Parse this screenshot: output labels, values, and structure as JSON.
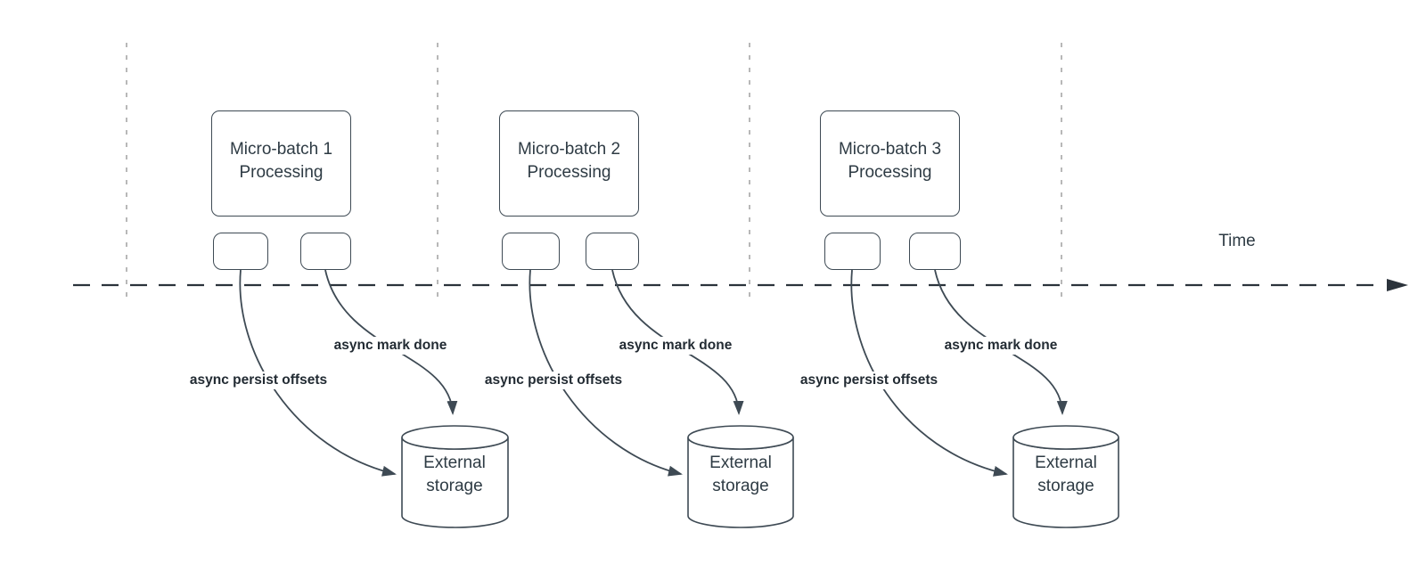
{
  "timeline": {
    "label": "Time"
  },
  "groups": [
    {
      "title": "Micro-batch 1\nProcessing",
      "persist_label": "async persist offsets",
      "markdone_label": "async mark done",
      "storage_label": "External\nstorage"
    },
    {
      "title": "Micro-batch 2\nProcessing",
      "persist_label": "async persist offsets",
      "markdone_label": "async mark done",
      "storage_label": "External\nstorage"
    },
    {
      "title": "Micro-batch 3\nProcessing",
      "persist_label": "async persist offsets",
      "markdone_label": "async mark done",
      "storage_label": "External\nstorage"
    }
  ],
  "colors": {
    "line": "#3e4a54",
    "text": "#2e3b44",
    "label_text": "#222b33",
    "guide_line": "#a6a6a6",
    "background": "#ffffff"
  }
}
